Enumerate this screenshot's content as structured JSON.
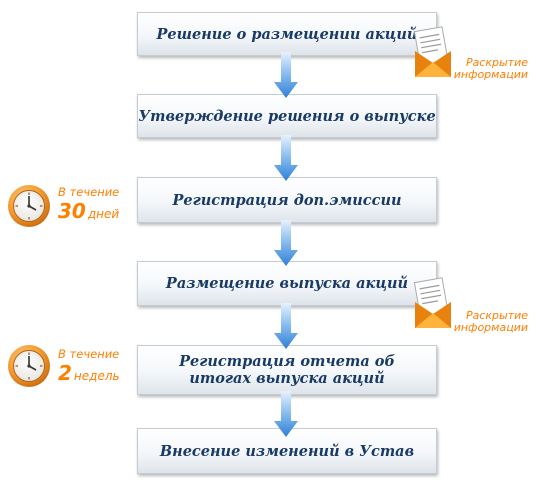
{
  "steps": [
    {
      "label": "Решение о размещении акций"
    },
    {
      "label": "Утверждение решения о выпуске"
    },
    {
      "label": "Регистрация доп.эмиссии"
    },
    {
      "label": "Размещение выпуска акций"
    },
    {
      "line1": "Регистрация отчета об",
      "line2": "итогах выпуска акций"
    },
    {
      "label": "Внесение изменений в Устав"
    }
  ],
  "disclosure_notes": [
    {
      "line1": "Раскрытие",
      "line2": "информации"
    },
    {
      "line1": "Раскрытие",
      "line2": "информации"
    }
  ],
  "time_notes": [
    {
      "prefix": "В течение",
      "number": "30",
      "unit": "дней"
    },
    {
      "prefix": "В течение",
      "number": "2",
      "unit": "недель"
    }
  ],
  "colors": {
    "box_text": "#1a3a66",
    "arrow": "#3a86d8",
    "note_text": "#ff7f00",
    "clock_rim": "#e8902a"
  },
  "icons": [
    "arrow-down-icon",
    "document-envelope-icon",
    "clock-icon"
  ]
}
